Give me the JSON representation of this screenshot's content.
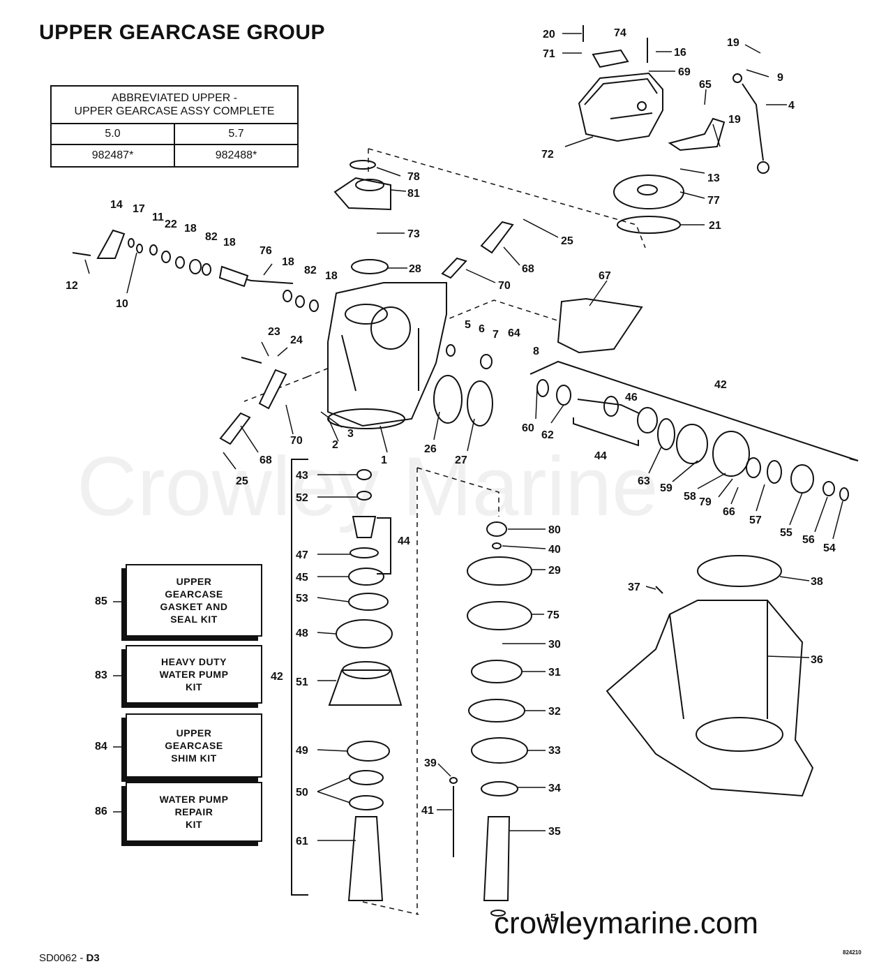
{
  "title": "UPPER GEARCASE GROUP",
  "table": {
    "header": "ABBREVIATED UPPER -\nUPPER GEARCASE ASSY COMPLETE",
    "columns": [
      "5.0",
      "5.7"
    ],
    "values": [
      "982487*",
      "982488*"
    ]
  },
  "kits": [
    {
      "number": "85",
      "label": "UPPER\nGEARCASE\nGASKET AND\nSEAL KIT"
    },
    {
      "number": "83",
      "label": "HEAVY DUTY\nWATER PUMP\nKIT"
    },
    {
      "number": "84",
      "label": "UPPER\nGEARCASE\nSHIM KIT"
    },
    {
      "number": "86",
      "label": "WATER PUMP\nREPAIR\nKIT"
    }
  ],
  "part_labels": [
    "20",
    "74",
    "71",
    "16",
    "69",
    "19",
    "9",
    "4",
    "65",
    "19",
    "72",
    "13",
    "77",
    "21",
    "78",
    "81",
    "73",
    "25",
    "68",
    "28",
    "70",
    "67",
    "14",
    "17",
    "11",
    "22",
    "18",
    "82",
    "18",
    "12",
    "10",
    "76",
    "18",
    "82",
    "18",
    "23",
    "24",
    "5",
    "6",
    "7",
    "64",
    "8",
    "42",
    "60",
    "62",
    "46",
    "44",
    "26",
    "27",
    "1",
    "2",
    "3",
    "70",
    "68",
    "25",
    "43",
    "52",
    "44",
    "47",
    "45",
    "53",
    "48",
    "42",
    "51",
    "49",
    "50",
    "61",
    "80",
    "40",
    "29",
    "75",
    "30",
    "31",
    "32",
    "33",
    "34",
    "35",
    "39",
    "41",
    "15",
    "63",
    "59",
    "58",
    "79",
    "66",
    "57",
    "55",
    "56",
    "54",
    "38",
    "37",
    "36"
  ],
  "watermark": "Crowley Marine",
  "url": "crowleymarine.com",
  "footer": {
    "code_prefix": "SD0062 - ",
    "code_suffix": "D3",
    "figure_id": "824210"
  }
}
